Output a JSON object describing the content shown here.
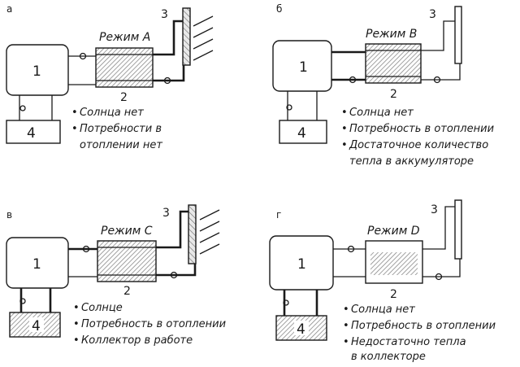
{
  "colors": {
    "ink": "#1a1a1a",
    "hatch": "#8a8a8a"
  },
  "panels": [
    {
      "letter": "а",
      "mode_label": "Режим А",
      "box_main": "1",
      "box_store": "4",
      "label_tank": "2",
      "label_collector": "3",
      "notes": [
        "Солнца нет",
        "Потребности в",
        "отоплении нет"
      ],
      "tank_filled": true,
      "collector_active": true,
      "store_filled": false
    },
    {
      "letter": "б",
      "mode_label": "Режим В",
      "box_main": "1",
      "box_store": "4",
      "label_tank": "2",
      "label_collector": "3",
      "notes": [
        "Солнца нет",
        "Потребность в отоплении",
        "Достаточное количество",
        "тепла в аккумуляторе"
      ],
      "tank_filled": true,
      "collector_active": false,
      "store_filled": false
    },
    {
      "letter": "в",
      "mode_label": "Режим С",
      "box_main": "1",
      "box_store": "4",
      "label_tank": "2",
      "label_collector": "3",
      "notes": [
        "Солнце",
        "Потребность в отоплении",
        "Коллектор в работе"
      ],
      "tank_filled": true,
      "collector_active": true,
      "store_filled": true
    },
    {
      "letter": "г",
      "mode_label": "Режим D",
      "box_main": "1",
      "box_store": "4",
      "label_tank": "2",
      "label_collector": "3",
      "notes": [
        "Солнца нет",
        "Потребность в отоплении",
        "Недостаточно тепла",
        "в коллекторе"
      ],
      "tank_filled": false,
      "collector_active": false,
      "store_filled": true
    }
  ]
}
